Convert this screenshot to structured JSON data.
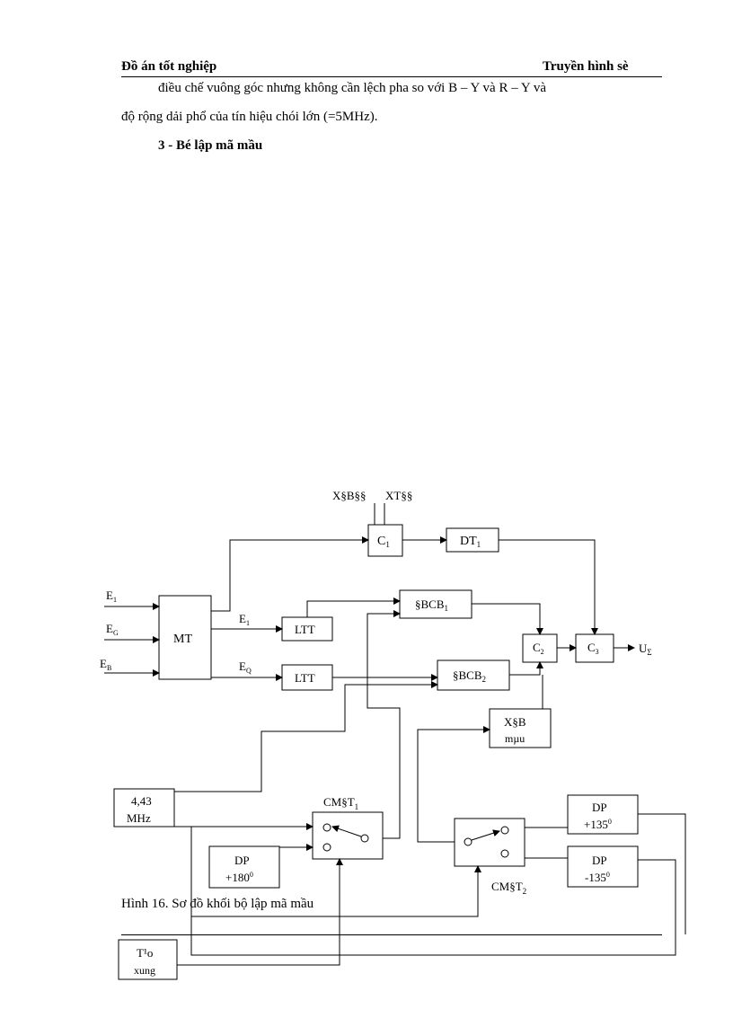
{
  "header": {
    "left": "Đồ án tốt nghiệp",
    "right": "Truyền hình sè"
  },
  "body": {
    "line1": "điều chế vuông góc nhưng không cần lệch pha so với B – Y và R – Y và",
    "line2": "độ rộng dải phổ của tín hiệu chói lớn (=5MHz).",
    "section_title": "3 - Bé lập mã mầu"
  },
  "diagram": {
    "top_label_1": "X§B§§",
    "top_label_2": "XT§§",
    "c1": "C",
    "c1_sub": "1",
    "dt1": "DT",
    "dt1_sub": "1",
    "input_e1": "E",
    "input_e1_sub": "1",
    "input_eg": "E",
    "input_eg_sub": "G",
    "input_eb": "E",
    "input_eb_sub": "B",
    "mt": "MT",
    "out_e1": "E",
    "out_e1_sub": "1",
    "out_eq": "E",
    "out_eq_sub": "Q",
    "ltt1": "LTT",
    "ltt2": "LTT",
    "bcb1": "§BCB",
    "bcb1_sub": "1",
    "bcb2": "§BCB",
    "bcb2_sub": "2",
    "c2": "C",
    "c2_sub": "2",
    "c3": "C",
    "c3_sub": "3",
    "output": "U",
    "output_sub": "Σ",
    "xdb_line1": "X§B",
    "xdb_line2": "mµu",
    "osc_line1": "4,43",
    "osc_line2": "MHz",
    "cmdt1": "CM§T",
    "cmdt1_sub": "1",
    "cmdt2": "CM§T",
    "cmdt2_sub": "2",
    "dp180_line1": "DP",
    "dp180_line2": "+180",
    "dp180_sup": "0",
    "dp135p_line1": "DP",
    "dp135p_line2": "+135",
    "dp135p_sup": "0",
    "dp135m_line1": "DP",
    "dp135m_line2": "-135",
    "dp135m_sup": "0",
    "tpx_line1": "T¹o",
    "tpx_line2": "xung"
  },
  "caption": "Hình 16. Sơ đồ khối bộ lập mã mầu"
}
